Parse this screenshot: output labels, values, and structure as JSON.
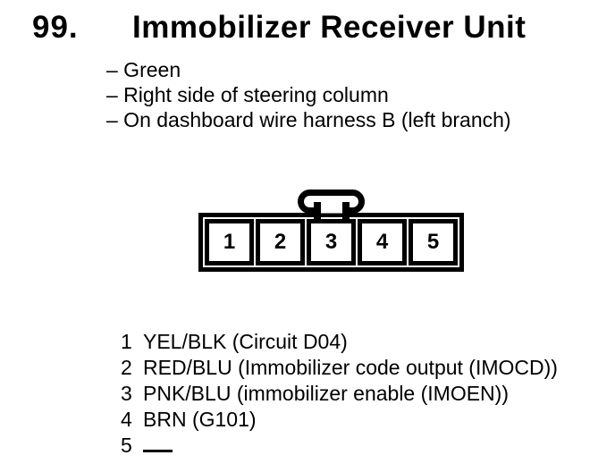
{
  "page": {
    "background_color": "#ffffff",
    "ink_color": "#000000"
  },
  "heading": {
    "number": "99.",
    "title": "Immobilizer Receiver Unit"
  },
  "details": {
    "items": [
      "– Green",
      "– Right side of steering column",
      "– On dashboard wire harness B (left branch)"
    ]
  },
  "connector": {
    "pins": [
      "1",
      "2",
      "3",
      "4",
      "5"
    ],
    "latch_icon": "connector-latch",
    "outline_color": "#000000",
    "fill_color": "#ffffff"
  },
  "pin_descriptions": {
    "rows": [
      {
        "pin": "1",
        "desc": "YEL/BLK (Circuit D04)"
      },
      {
        "pin": "2",
        "desc": "RED/BLU (Immobilizer code output (IMOCD))"
      },
      {
        "pin": "3",
        "desc": "PNK/BLU (immobilizer enable (IMOEN))"
      },
      {
        "pin": "4",
        "desc": "BRN (G101)"
      },
      {
        "pin": "5",
        "desc": "",
        "symbol": "no-connection-dash"
      }
    ]
  }
}
